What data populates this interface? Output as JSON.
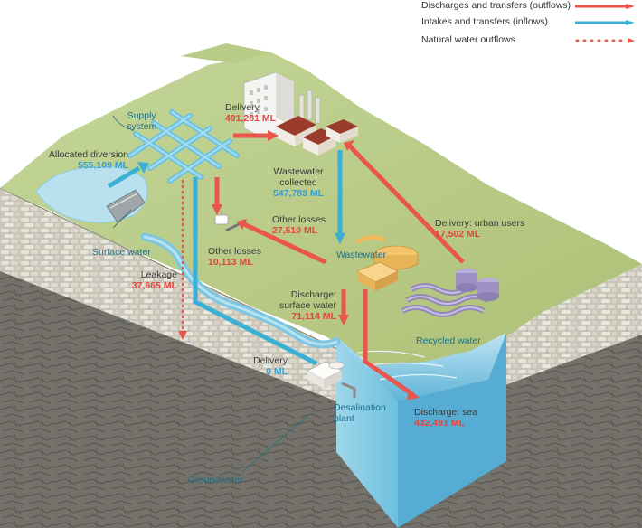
{
  "legend": {
    "outflows": "Discharges and transfers (outflows)",
    "inflows": "Intakes and transfers (inflows)",
    "natural": "Natural water outflows"
  },
  "labels": {
    "supply_system": [
      "Supply",
      "system"
    ],
    "allocated_diversion": {
      "title": "Allocated diversion",
      "value": "555,109 ML"
    },
    "surface_water": "Surface water",
    "delivery_main": {
      "title": "Delivery",
      "value": "491,281 ML"
    },
    "wastewater_collected": {
      "title": [
        "Wastewater",
        "collected"
      ],
      "value": "547,783 ML"
    },
    "other_losses_1": {
      "title": "Other losses",
      "value": "27,510 ML"
    },
    "other_losses_2": {
      "title": "Other losses",
      "value": "10,113 ML"
    },
    "leakage": {
      "title": "Leakage",
      "value": "37,665 ML"
    },
    "wastewater": "Wastewater",
    "delivery_urban": {
      "title": "Delivery: urban users",
      "value": "17,502 ML"
    },
    "discharge_surface": {
      "title": [
        "Discharge:",
        "surface water"
      ],
      "value": "71,114 ML"
    },
    "recycled_water": "Recycled water",
    "delivery_desal": {
      "title": "Delivery",
      "value": "0 ML"
    },
    "desalination_plant": [
      "Desalination",
      "plant"
    ],
    "discharge_sea": {
      "title": "Discharge: sea",
      "value": "432,491 ML"
    },
    "groundwater": "Groundwater"
  },
  "colors": {
    "outflow": "#e8564c",
    "inflow": "#3bb0d5",
    "natural": "#e8564c",
    "label_teal": "#1f6f86",
    "value_red": "#e0473f",
    "value_blue": "#3a9fd0"
  }
}
